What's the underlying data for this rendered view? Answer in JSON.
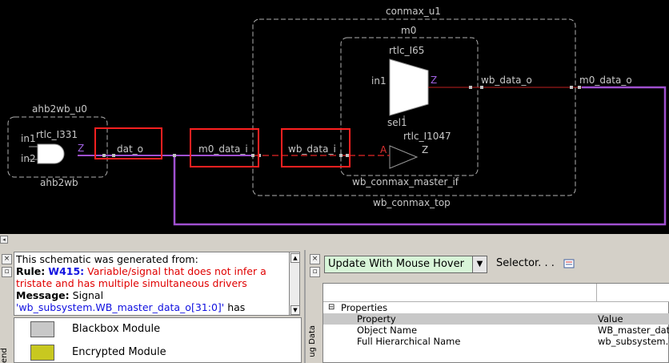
{
  "schematic": {
    "top_module_label": "wb_conmax_top",
    "conmax_label": "conmax_u1",
    "m0_label": "m0",
    "master_if_label": "wb_conmax_master_if",
    "ahb_label": "ahb2wb_u0",
    "ahb_type": "ahb2wb",
    "and_gate": {
      "name": "rtlc_I331",
      "in1": "in1",
      "in2": "in2",
      "out": "Z"
    },
    "mux": {
      "name": "rtlc_I65",
      "in1": "in1",
      "out": "Z",
      "sel": "sel1"
    },
    "buffer": {
      "name": "rtlc_I1047",
      "in": "A",
      "out": "Z"
    },
    "nets": {
      "dat_o": "dat_o",
      "m0_data_i": "m0_data_i",
      "wb_data_i": "wb_data_i",
      "wb_data_o": "wb_data_o",
      "m0_data_o": "m0_data_o"
    },
    "colors": {
      "highlight_box": "#ff2020",
      "net_purple": "#a050d0",
      "net_red": "#c02020",
      "module_outline": "#b0b0b0"
    }
  },
  "message": {
    "intro": "This schematic was generated from:",
    "rule_label": "Rule:",
    "rule_id": "W415:",
    "rule_text": "Variable/signal that does not infer a tristate and has multiple simultaneous drivers",
    "message_label": "Message:",
    "message_text": "Signal",
    "signal_name": "'wb_subsystem.WB_master_data_o[31:0]'",
    "signal_suffix": "has multiple"
  },
  "legend": {
    "items": [
      {
        "label": "Blackbox Module",
        "color": "#c8c8c8"
      },
      {
        "label": "Encrypted Module",
        "color": "#c8c820"
      }
    ],
    "side_label": "end"
  },
  "debug": {
    "side_label": "ug Data",
    "dropdown_value": "Update With Mouse Hover",
    "selector_label": "Selector. . .",
    "properties": {
      "group": "Properties",
      "header_property": "Property",
      "header_value": "Value",
      "rows": [
        {
          "property": "Object Name",
          "value": "WB_master_dat"
        },
        {
          "property": "Full Hierarchical Name",
          "value": "wb_subsystem.W"
        }
      ]
    }
  }
}
